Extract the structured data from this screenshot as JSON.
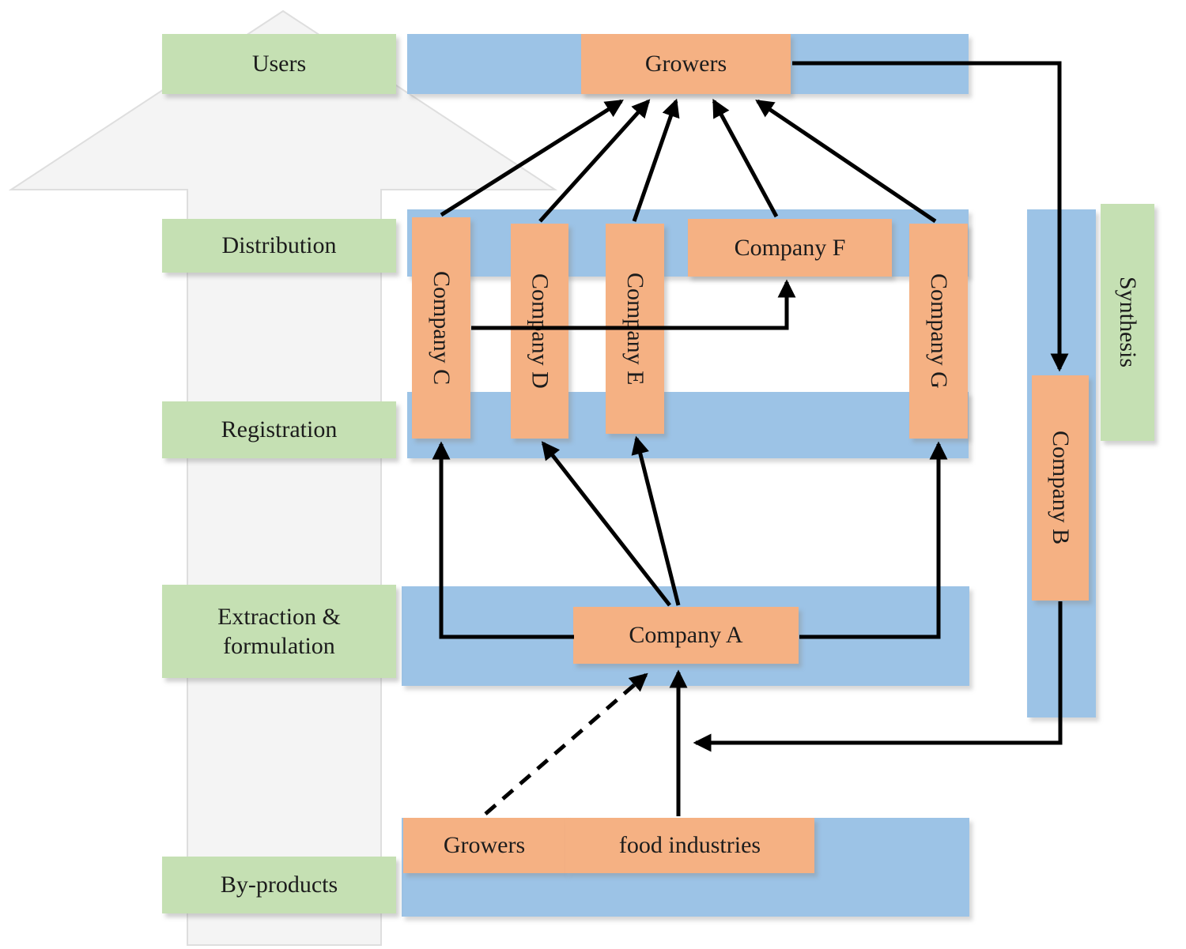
{
  "stages": {
    "users": "Users",
    "distribution": "Distribution",
    "registration": "Registration",
    "extraction_line1": "Extraction  &",
    "extraction_line2": "formulation",
    "byproducts": "By-products",
    "synthesis": "Synthesis"
  },
  "nodes": {
    "growers_top": "Growers",
    "company_c": "Company C",
    "company_d": "Company D",
    "company_e": "Company E",
    "company_f": "Company F",
    "company_g": "Company G",
    "company_b": "Company B",
    "company_a": "Company A",
    "growers_bottom": "Growers",
    "food_industries": "food industries"
  },
  "colors": {
    "stage_green": "#c5e0b3",
    "lane_blue": "#9cc3e6",
    "node_orange": "#f5b183",
    "background_arrow_gray": "#f4f4f4",
    "connector_black": "#000000"
  },
  "connectors": {
    "c_to_growers": "Company C to Growers",
    "d_to_growers": "Company D to Growers",
    "e_to_growers": "Company E to Growers",
    "f_to_growers": "Company F to Growers",
    "g_to_growers": "Company G to Growers",
    "growers_to_b": "Growers to Company B",
    "c_to_f": "Company C to Company F",
    "a_to_c": "Company A to Company C",
    "a_to_d": "Company A to Company D",
    "a_to_e": "Company A to Company E",
    "a_to_g": "Company A to Company G",
    "b_to_a_line": "Company B to Company A feed line",
    "food_to_a": "food industries to Company A",
    "growers_to_a_dashed": "Growers (by-products) to Company A (dashed)"
  }
}
